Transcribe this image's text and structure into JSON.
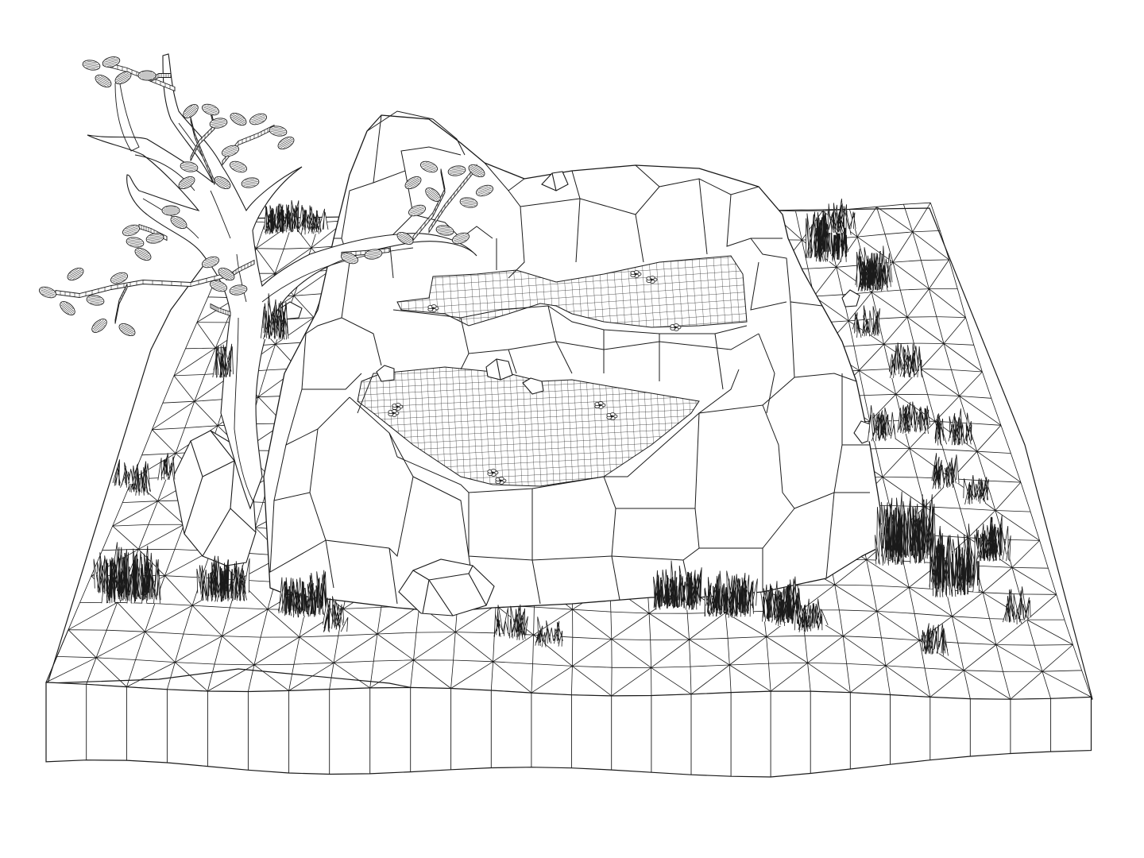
{
  "scene": {
    "background": "#ffffff",
    "line_color": "#1a1a1a",
    "elements": [
      "terrain-base",
      "cliff-plateau",
      "upper-pond",
      "lower-pond",
      "dead-tree",
      "boulders",
      "grass-clumps",
      "pond-flowers"
    ]
  }
}
